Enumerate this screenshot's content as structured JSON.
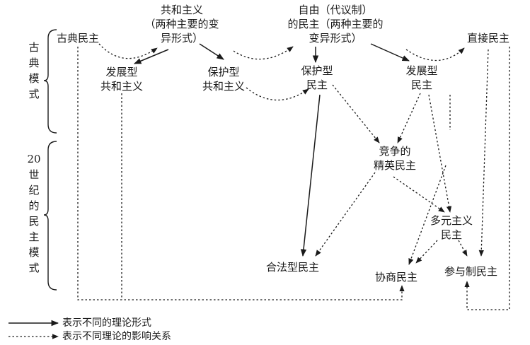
{
  "nodes": {
    "classical_democracy": "古典民主",
    "republicanism": [
      "共和主义",
      "（两种主要的变",
      "异形式）"
    ],
    "liberal_democracy": [
      "自由（代议制）",
      "的民主（两种主要的",
      "变异形式）"
    ],
    "direct_democracy": "直接民主",
    "developmental_republicanism": [
      "发展型",
      "共和主义"
    ],
    "protective_republicanism": [
      "保护型",
      "共和主义"
    ],
    "protective_democracy": [
      "保护型",
      "民主"
    ],
    "developmental_democracy": [
      "发展型",
      "民主"
    ],
    "competitive_elitist_democracy": [
      "竞争的",
      "精英民主"
    ],
    "pluralism": [
      "多元主义",
      "民主"
    ],
    "legal_democracy": "合法型民主",
    "deliberative_democracy": "协商民主",
    "participatory_democracy": "参与制民主"
  },
  "brackets": {
    "classical_models": "古典模式",
    "twentieth_century_models": "20世纪的民主模式"
  },
  "legend": {
    "solid": "表示不同的理论形式",
    "dotted": "表示不同理论的影响关系"
  },
  "colors": {
    "ink": "#1a1a1a",
    "background": "#ffffff"
  }
}
